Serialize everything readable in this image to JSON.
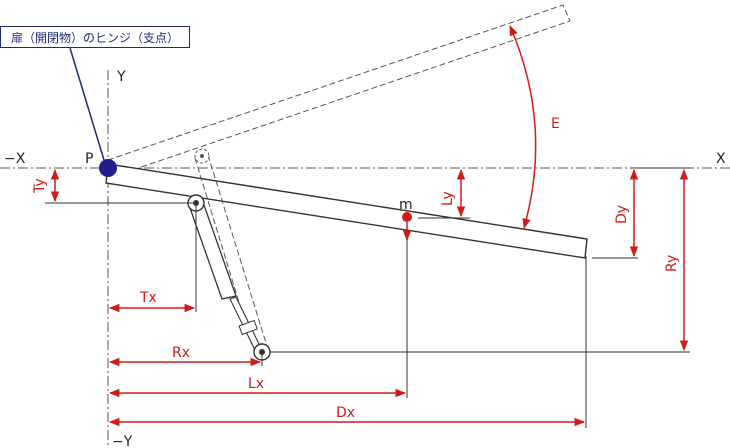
{
  "callout": {
    "text": "扉（開閉物）のヒンジ（支点）"
  },
  "axes": {
    "x_pos": "X",
    "x_neg": "−X",
    "y_pos": "Y",
    "y_neg": "−Y"
  },
  "point_labels": {
    "pivot": "P",
    "mass": "m"
  },
  "dimensions": {
    "tx": "Tx",
    "ty": "Ty",
    "rx": "Rx",
    "ry": "Ry",
    "lx": "Lx",
    "ly": "Ly",
    "dx": "Dx",
    "dy": "Dy",
    "angle": "E"
  },
  "colors": {
    "accent": "#d11a1a",
    "frame": "#1f2a77",
    "pivot": "#1e1e8e",
    "line": "#333333"
  }
}
